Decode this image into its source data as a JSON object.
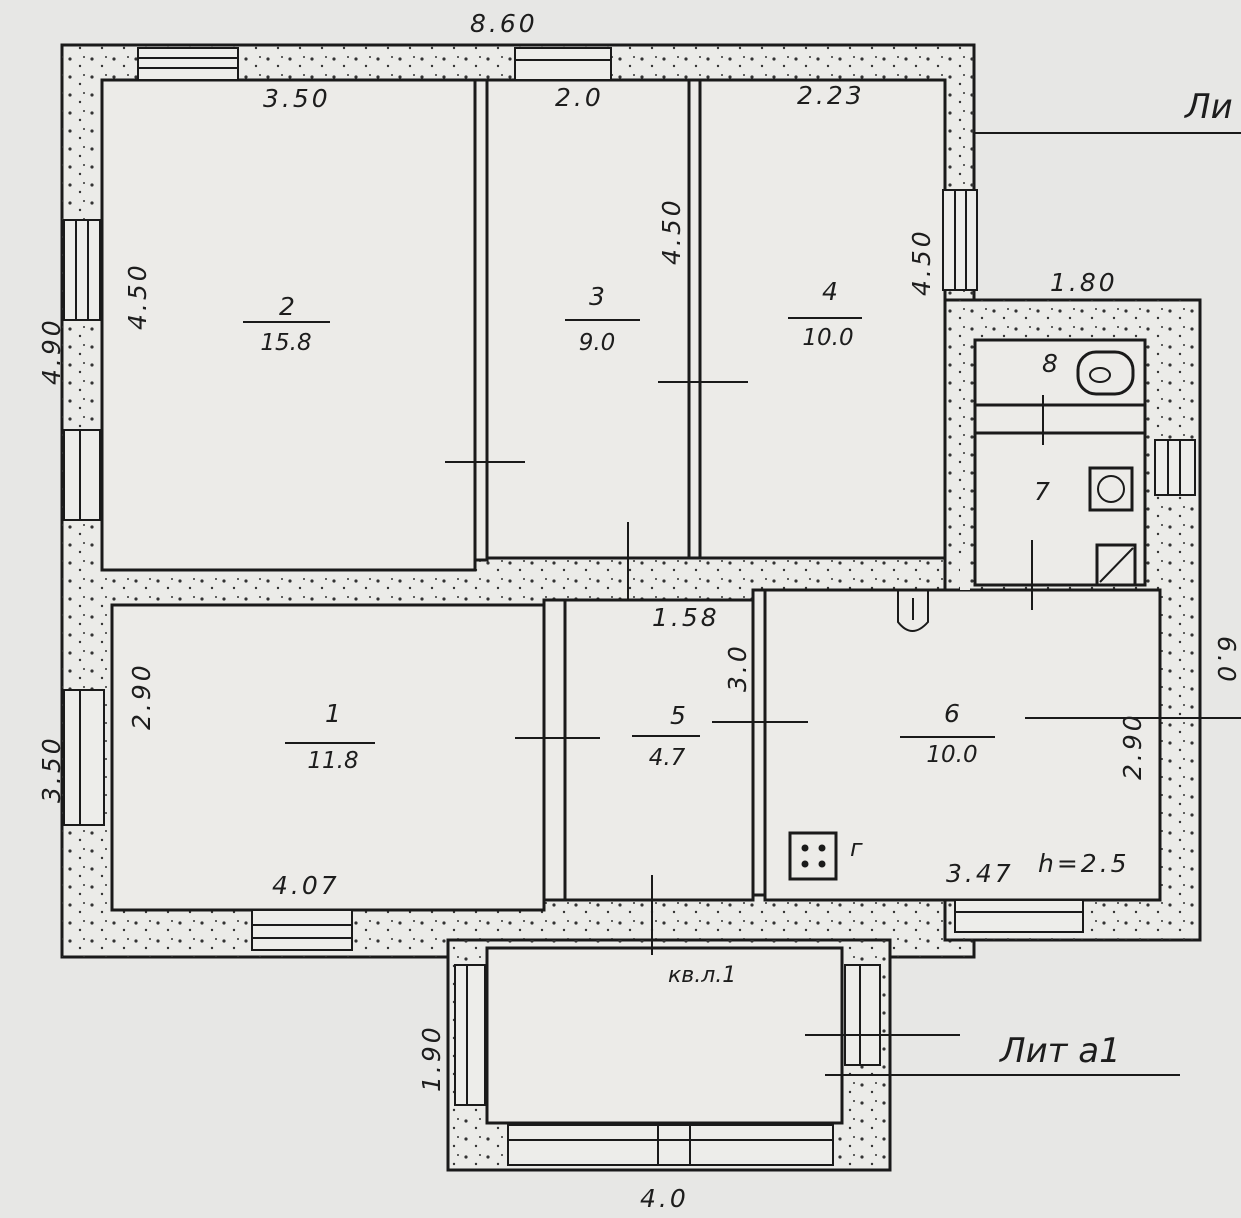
{
  "plan": {
    "dimensions": {
      "overall_width": "8.60",
      "overall_left_upper": "4.90",
      "overall_left_lower": "3.50",
      "room2_width": "3.50",
      "room2_height": "4.50",
      "room3_width": "2.0",
      "room3_height": "4.50",
      "room4_width": "2.23",
      "room4_height": "4.50",
      "annex_width": "1.80",
      "annex_height": "6.0",
      "room1_height": "2.90",
      "room1_width": "4.07",
      "room5_width": "1.58",
      "room5_height": "3.0",
      "room6_height": "2.90",
      "room6_width": "3.47",
      "ceiling_height": "h=2.5",
      "porch_height": "1.90",
      "porch_width": "4.0"
    },
    "rooms": [
      {
        "number": "2",
        "area": "15.8"
      },
      {
        "number": "3",
        "area": "9.0"
      },
      {
        "number": "4",
        "area": "10.0"
      },
      {
        "number": "1",
        "area": "11.8"
      },
      {
        "number": "5",
        "area": "4.7"
      },
      {
        "number": "6",
        "area": "10.0"
      },
      {
        "number": "7"
      },
      {
        "number": "8"
      }
    ],
    "annotations": {
      "apartment": "кв.л.1",
      "stove_letter": "г",
      "liter_a1": "Лит а1",
      "liter_top": "Ли"
    }
  }
}
